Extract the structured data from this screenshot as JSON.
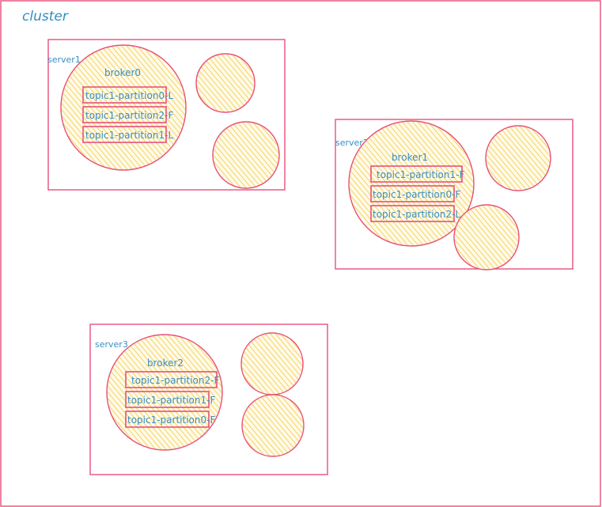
{
  "cluster": {
    "title": "cluster"
  },
  "servers": [
    {
      "label": "server1",
      "broker": "broker0",
      "partitions": [
        "topic1-partition0-L",
        "topic1-partition2-F",
        "topic1-partition1-L"
      ]
    },
    {
      "label": "server2",
      "broker": "broker1",
      "partitions": [
        "topic1-partition1-F",
        "topic1-partition0-F",
        "topic1-partition2-L"
      ]
    },
    {
      "label": "server3",
      "broker": "broker2",
      "partitions": [
        "topic1-partition2-F",
        "topic1-partition1-F",
        "topic1-partition0-F"
      ]
    }
  ],
  "colors": {
    "stroke": "#e8507a",
    "fill": "#fde79a",
    "text": "#3a8fc4"
  }
}
